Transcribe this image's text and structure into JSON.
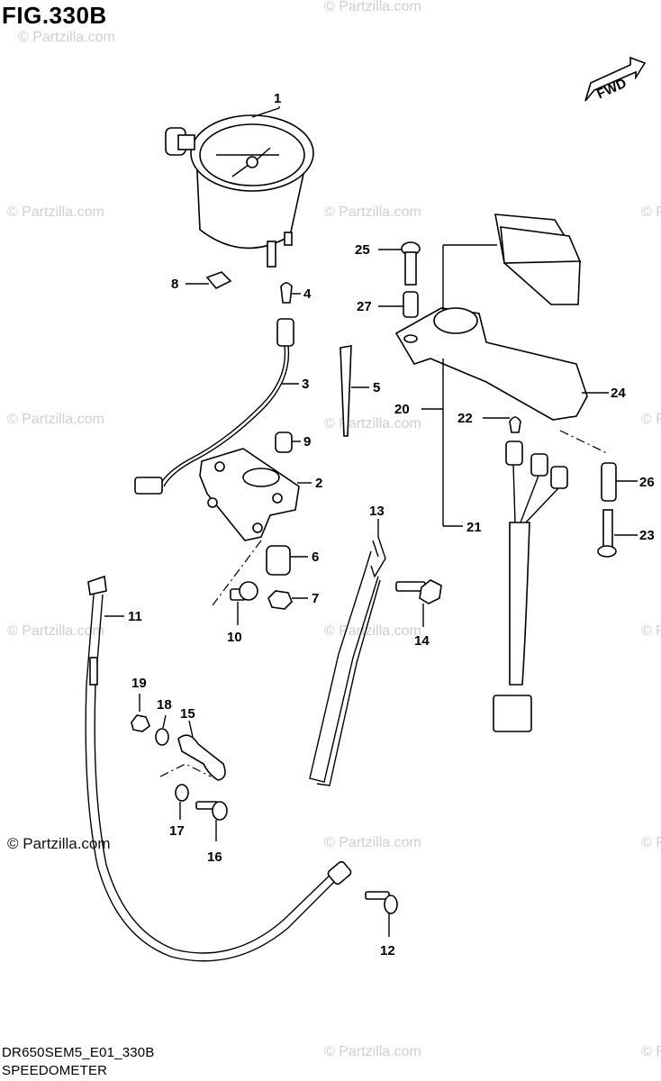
{
  "figure": {
    "title": "FIG.330B",
    "code": "DR650SEM5_E01_330B",
    "name": "SPEEDOMETER",
    "direction_label": "FWD"
  },
  "watermark": {
    "text": "© Partzilla.com"
  },
  "callouts": {
    "c1": "1",
    "c2": "2",
    "c3": "3",
    "c4": "4",
    "c5": "5",
    "c6": "6",
    "c7": "7",
    "c8": "8",
    "c9": "9",
    "c10": "10",
    "c11": "11",
    "c12": "12",
    "c13": "13",
    "c14": "14",
    "c15": "15",
    "c16": "16",
    "c17": "17",
    "c18": "18",
    "c19": "19",
    "c20": "20",
    "c21": "21",
    "c22": "22",
    "c23": "23",
    "c24": "24",
    "c25": "25",
    "c26": "26",
    "c27": "27"
  }
}
